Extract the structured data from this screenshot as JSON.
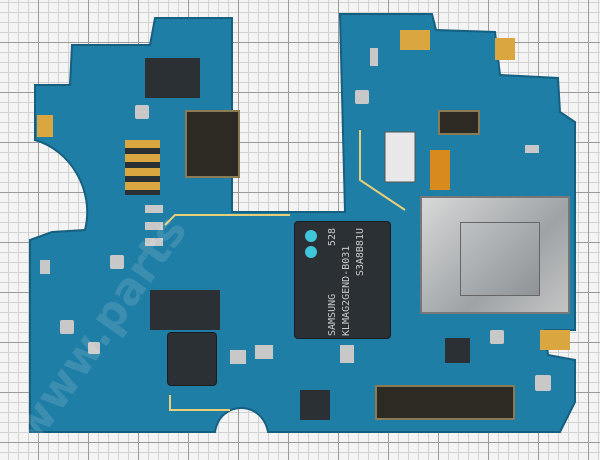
{
  "scene": {
    "subject": "smartphone-motherboard",
    "board_color": "#1f7ea6",
    "background_color": "#f4f4f4"
  },
  "emmc_chip": {
    "brand": "SAMSUNG",
    "part_number": "KLMAG2GEND-B031",
    "date_code": "528",
    "lot_code": "S3A8B81U"
  },
  "watermark": "www.parts"
}
